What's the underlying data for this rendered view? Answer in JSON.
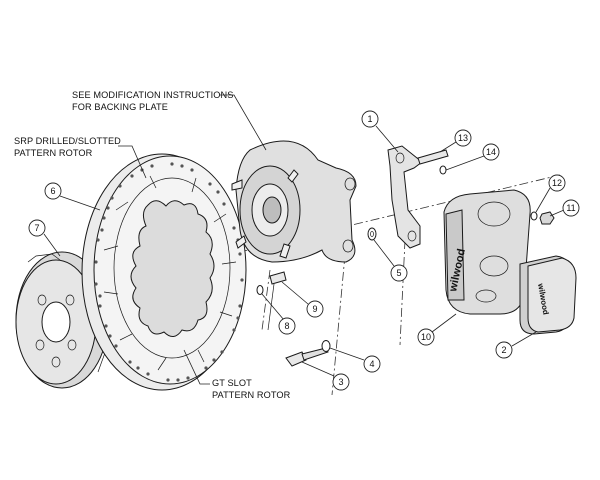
{
  "labels": {
    "modification_line1": "SEE MODIFICATION INSTRUCTIONS",
    "modification_line2": "FOR BACKING PLATE",
    "srp_line1": "SRP DRILLED/SLOTTED",
    "srp_line2": "PATTERN ROTOR",
    "gt_line1": "GT SLOT",
    "gt_line2": "PATTERN ROTOR"
  },
  "callouts": {
    "c1": "1",
    "c2": "2",
    "c3": "3",
    "c4": "4",
    "c5": "5",
    "c6": "6",
    "c7": "7",
    "c8": "8",
    "c9": "9",
    "c10": "10",
    "c11": "11",
    "c12": "12",
    "c13": "13",
    "c14": "14"
  },
  "caliper_logo": "wilwood",
  "pad_logo": "wilwood"
}
